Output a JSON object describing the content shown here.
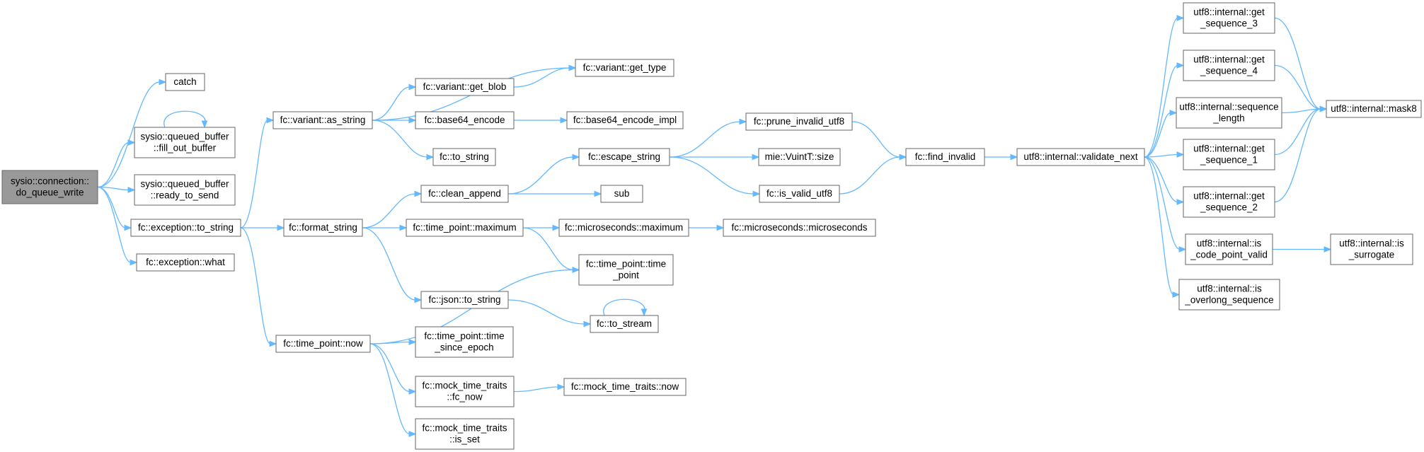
{
  "colors": {
    "edge": "#63b8ff",
    "node_border": "#666666",
    "node_fill": "#ffffff",
    "root_fill": "#999999"
  },
  "nodes": [
    {
      "id": "do_queue_write",
      "lines": [
        "sysio::connection::",
        "do_queue_write"
      ],
      "root": true
    },
    {
      "id": "catch",
      "lines": [
        "catch"
      ]
    },
    {
      "id": "fill_out_buffer",
      "lines": [
        "sysio::queued_buffer",
        "::fill_out_buffer"
      ]
    },
    {
      "id": "ready_to_send",
      "lines": [
        "sysio::queued_buffer",
        "::ready_to_send"
      ]
    },
    {
      "id": "exc_to_string",
      "lines": [
        "fc::exception::to_string"
      ]
    },
    {
      "id": "exc_what",
      "lines": [
        "fc::exception::what"
      ]
    },
    {
      "id": "variant_as_string",
      "lines": [
        "fc::variant::as_string"
      ]
    },
    {
      "id": "format_string",
      "lines": [
        "fc::format_string"
      ]
    },
    {
      "id": "tp_now",
      "lines": [
        "fc::time_point::now"
      ]
    },
    {
      "id": "get_type",
      "lines": [
        "fc::variant::get_type"
      ]
    },
    {
      "id": "get_blob",
      "lines": [
        "fc::variant::get_blob"
      ]
    },
    {
      "id": "b64",
      "lines": [
        "fc::base64_encode"
      ]
    },
    {
      "id": "b64_impl",
      "lines": [
        "fc::base64_encode_impl"
      ]
    },
    {
      "id": "to_string",
      "lines": [
        "fc::to_string"
      ]
    },
    {
      "id": "clean_append",
      "lines": [
        "fc::clean_append"
      ]
    },
    {
      "id": "escape_string",
      "lines": [
        "fc::escape_string"
      ]
    },
    {
      "id": "sub",
      "lines": [
        "sub"
      ]
    },
    {
      "id": "tp_max",
      "lines": [
        "fc::time_point::maximum"
      ]
    },
    {
      "id": "us_max",
      "lines": [
        "fc::microseconds::maximum"
      ]
    },
    {
      "id": "us_ctor",
      "lines": [
        "fc::microseconds::microseconds"
      ]
    },
    {
      "id": "tp_ctor",
      "lines": [
        "fc::time_point::time",
        "_point"
      ]
    },
    {
      "id": "json_to_string",
      "lines": [
        "fc::json::to_string"
      ]
    },
    {
      "id": "to_stream",
      "lines": [
        "fc::to_stream"
      ]
    },
    {
      "id": "time_since_epoch",
      "lines": [
        "fc::time_point::time",
        "_since_epoch"
      ]
    },
    {
      "id": "mock_fc_now",
      "lines": [
        "fc::mock_time_traits",
        "::fc_now"
      ]
    },
    {
      "id": "mock_now",
      "lines": [
        "fc::mock_time_traits::now"
      ]
    },
    {
      "id": "mock_is_set",
      "lines": [
        "fc::mock_time_traits",
        "::is_set"
      ]
    },
    {
      "id": "prune_invalid",
      "lines": [
        "fc::prune_invalid_utf8"
      ]
    },
    {
      "id": "vuint_size",
      "lines": [
        "mie::VuintT::size"
      ]
    },
    {
      "id": "is_valid_utf8",
      "lines": [
        "fc::is_valid_utf8"
      ]
    },
    {
      "id": "find_invalid",
      "lines": [
        "fc::find_invalid"
      ]
    },
    {
      "id": "validate_next",
      "lines": [
        "utf8::internal::validate_next"
      ]
    },
    {
      "id": "get_seq_3",
      "lines": [
        "utf8::internal::get",
        "_sequence_3"
      ]
    },
    {
      "id": "get_seq_4",
      "lines": [
        "utf8::internal::get",
        "_sequence_4"
      ]
    },
    {
      "id": "seq_length",
      "lines": [
        "utf8::internal::sequence",
        "_length"
      ]
    },
    {
      "id": "get_seq_1",
      "lines": [
        "utf8::internal::get",
        "_sequence_1"
      ]
    },
    {
      "id": "get_seq_2",
      "lines": [
        "utf8::internal::get",
        "_sequence_2"
      ]
    },
    {
      "id": "is_code_point_valid",
      "lines": [
        "utf8::internal::is",
        "_code_point_valid"
      ]
    },
    {
      "id": "is_overlong",
      "lines": [
        "utf8::internal::is",
        "_overlong_sequence"
      ]
    },
    {
      "id": "mask8",
      "lines": [
        "utf8::internal::mask8"
      ]
    },
    {
      "id": "is_surrogate",
      "lines": [
        "utf8::internal::is",
        "_surrogate"
      ]
    }
  ],
  "edges": [
    [
      "do_queue_write",
      "catch"
    ],
    [
      "do_queue_write",
      "fill_out_buffer"
    ],
    [
      "do_queue_write",
      "ready_to_send"
    ],
    [
      "do_queue_write",
      "exc_to_string"
    ],
    [
      "do_queue_write",
      "exc_what"
    ],
    [
      "fill_out_buffer",
      "fill_out_buffer"
    ],
    [
      "exc_to_string",
      "variant_as_string"
    ],
    [
      "exc_to_string",
      "format_string"
    ],
    [
      "exc_to_string",
      "tp_now"
    ],
    [
      "variant_as_string",
      "get_type"
    ],
    [
      "variant_as_string",
      "get_blob"
    ],
    [
      "variant_as_string",
      "b64"
    ],
    [
      "variant_as_string",
      "to_string"
    ],
    [
      "get_blob",
      "get_type"
    ],
    [
      "b64",
      "b64_impl"
    ],
    [
      "format_string",
      "clean_append"
    ],
    [
      "format_string",
      "tp_max"
    ],
    [
      "format_string",
      "json_to_string"
    ],
    [
      "clean_append",
      "escape_string"
    ],
    [
      "clean_append",
      "sub"
    ],
    [
      "escape_string",
      "prune_invalid"
    ],
    [
      "escape_string",
      "vuint_size"
    ],
    [
      "escape_string",
      "is_valid_utf8"
    ],
    [
      "prune_invalid",
      "find_invalid"
    ],
    [
      "is_valid_utf8",
      "find_invalid"
    ],
    [
      "find_invalid",
      "validate_next"
    ],
    [
      "validate_next",
      "get_seq_3"
    ],
    [
      "validate_next",
      "get_seq_4"
    ],
    [
      "validate_next",
      "seq_length"
    ],
    [
      "validate_next",
      "get_seq_1"
    ],
    [
      "validate_next",
      "get_seq_2"
    ],
    [
      "validate_next",
      "is_code_point_valid"
    ],
    [
      "validate_next",
      "is_overlong"
    ],
    [
      "get_seq_3",
      "mask8"
    ],
    [
      "get_seq_4",
      "mask8"
    ],
    [
      "seq_length",
      "mask8"
    ],
    [
      "get_seq_1",
      "mask8"
    ],
    [
      "get_seq_2",
      "mask8"
    ],
    [
      "is_code_point_valid",
      "is_surrogate"
    ],
    [
      "tp_max",
      "us_max"
    ],
    [
      "tp_max",
      "tp_ctor"
    ],
    [
      "us_max",
      "us_ctor"
    ],
    [
      "json_to_string",
      "to_stream"
    ],
    [
      "to_stream",
      "to_stream"
    ],
    [
      "tp_now",
      "tp_ctor"
    ],
    [
      "tp_now",
      "time_since_epoch"
    ],
    [
      "tp_now",
      "mock_fc_now"
    ],
    [
      "tp_now",
      "mock_is_set"
    ],
    [
      "mock_fc_now",
      "mock_now"
    ]
  ]
}
